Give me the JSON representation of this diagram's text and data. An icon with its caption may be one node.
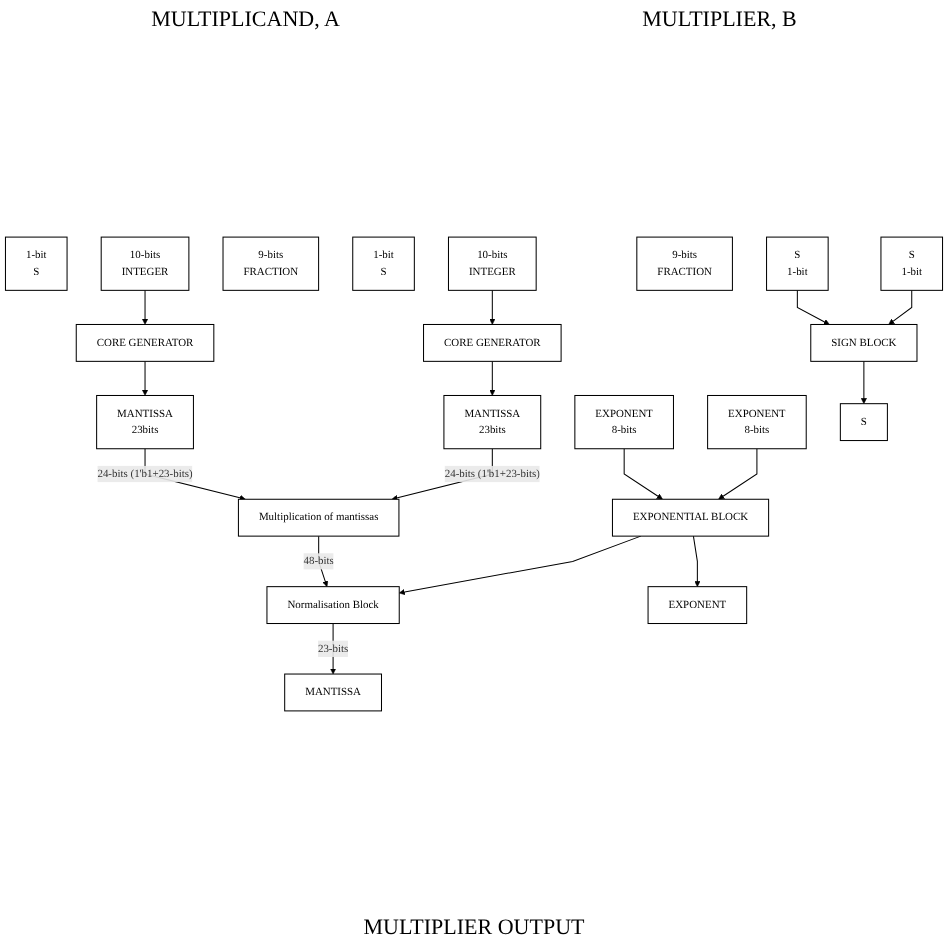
{
  "diagram": {
    "nodes": [
      {
        "text": [
          "1-bit",
          "S"
        ]
      },
      {
        "text": [
          "10-bits",
          "INTEGER"
        ]
      },
      {
        "text": [
          "9-bits",
          "FRACTION"
        ]
      },
      {
        "text": [
          "1-bit",
          "S"
        ]
      },
      {
        "text": [
          "10-bits",
          "INTEGER"
        ]
      },
      {
        "text": [
          "9-bits",
          "FRACTION"
        ]
      },
      {
        "text": [
          "CORE GENERATOR"
        ]
      },
      {
        "text": [
          "CORE GENERATOR"
        ]
      },
      {
        "text": [
          "S",
          "1-bit"
        ]
      },
      {
        "text": [
          "EXPONENT",
          "8-bits"
        ]
      },
      {
        "text": [
          "MANTISSA",
          "23bits"
        ]
      },
      {
        "text": [
          "S",
          "1-bit"
        ]
      },
      {
        "text": [
          "EXPONENT",
          "8-bits"
        ]
      },
      {
        "text": [
          "MANTISSA",
          "23bits"
        ]
      },
      {
        "text": [
          "SIGN BLOCK"
        ]
      },
      {
        "text": [
          "EXPONENTIAL BLOCK"
        ]
      },
      {
        "text": [
          "Multiplication of mantissas"
        ]
      },
      {
        "text": [
          "Normalisation Block"
        ]
      },
      {
        "text": [
          "S"
        ]
      },
      {
        "text": [
          "EXPONENT"
        ]
      },
      {
        "text": [
          "MANTISSA"
        ]
      }
    ],
    "edges": [
      {
        "from": 1,
        "to": 6,
        "arrow": "to"
      },
      {
        "from": 4,
        "to": 7,
        "arrow": "to"
      },
      {
        "from": 6,
        "to": 10,
        "arrow": "to"
      },
      {
        "from": 7,
        "to": 13,
        "arrow": "to"
      },
      {
        "from": 8,
        "to": 14,
        "arrow": "to"
      },
      {
        "from": 9,
        "to": 15,
        "arrow": "to"
      },
      {
        "from": 10,
        "to": 16,
        "label": "24-bits (1'b1+23-bits)",
        "arrow": "to"
      },
      {
        "from": 11,
        "to": 14,
        "arrow": "to"
      },
      {
        "from": 12,
        "to": 15,
        "arrow": "to"
      },
      {
        "from": 13,
        "to": 16,
        "label": "24-bits (1'b1+23-bits)",
        "arrow": "to"
      },
      {
        "from": 16,
        "to": 17,
        "label": "48-bits",
        "arrow": "to"
      },
      {
        "from": 15,
        "to": 17,
        "arrow": "to"
      },
      {
        "from": 15,
        "to": 19,
        "arrow": "to"
      },
      {
        "from": 14,
        "to": 18,
        "arrow": "to"
      },
      {
        "from": 17,
        "to": 20,
        "label": "23-bits",
        "arrow": "to"
      }
    ],
    "labels": [
      "MULTIPLICAND, A",
      "MULTIPLIER, B",
      "MULTIPLIER OUTPUT"
    ]
  }
}
